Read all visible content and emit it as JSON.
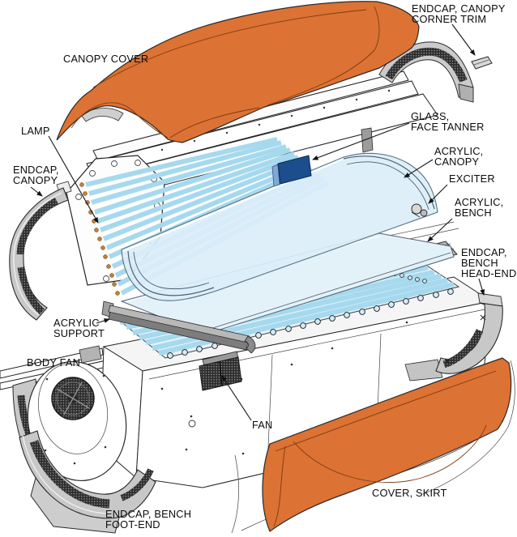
{
  "diagram_type": "exploded-parts-diagram",
  "labels": {
    "endcap_canopy_corner_trim": {
      "line1": "ENDCAP, CANOPY",
      "line2": "CORNER TRIM"
    },
    "canopy_cover": {
      "line1": "CANOPY COVER"
    },
    "lamp": {
      "line1": "LAMP"
    },
    "endcap_canopy": {
      "line1": "ENDCAP,",
      "line2": "CANOPY"
    },
    "glass_face_tanner": {
      "line1": "GLASS,",
      "line2": "FACE TANNER"
    },
    "acrylic_canopy": {
      "line1": "ACRYLIC,",
      "line2": "CANOPY"
    },
    "exciter": {
      "line1": "EXCITER"
    },
    "acrylic_bench": {
      "line1": "ACRYLIC,",
      "line2": "BENCH"
    },
    "endcap_bench_head_end": {
      "line1": "ENDCAP,",
      "line2": "BENCH",
      "line3": "HEAD-END"
    },
    "acrylic_support": {
      "line1": "ACRYLIC",
      "line2": "SUPPORT"
    },
    "body_fan": {
      "line1": "BODY FAN"
    },
    "fan": {
      "line1": "FAN"
    },
    "endcap_bench_foot_end": {
      "line1": "ENDCAP, BENCH",
      "line2": "FOOT-END"
    },
    "cover_skirt": {
      "line1": "COVER, SKIRT"
    }
  },
  "colors": {
    "canopy_orange": "#DC7233",
    "skirt_orange": "#DC7233",
    "lamp_blue": "#A6D9EE",
    "acrylic_pale_blue": "#DBEEF8",
    "glass_navy": "#1C4D8C",
    "endcap_gray": "#C8C8C8",
    "mesh_dark": "#2D2D2D",
    "lamp_holder_tan": "#C2803A",
    "outline": "#1A1A1A",
    "background": "#FFFFFF"
  }
}
